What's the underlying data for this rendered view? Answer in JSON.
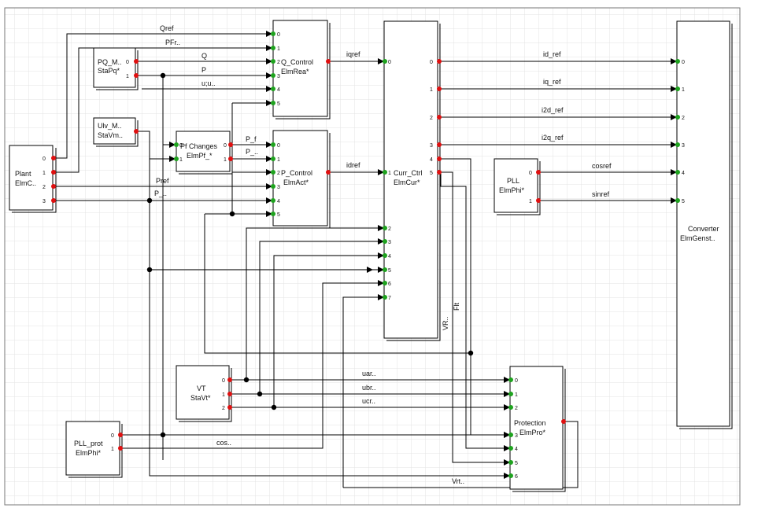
{
  "colors": {
    "grid": "#e3e3e3",
    "in_port": "#1fa31f",
    "out_port": "#e01010",
    "wire": "#000000"
  },
  "blocks": {
    "plant": {
      "line1": "Plant",
      "line2": "ElmC..",
      "ports_out": [
        "0",
        "1",
        "2",
        "3"
      ]
    },
    "pq": {
      "line1": "PQ_M..",
      "line2": "StaPq*",
      "ports_out": [
        "0",
        "1"
      ]
    },
    "ulv": {
      "line1": "Ulv_M..",
      "line2": "StaVm.."
    },
    "pfchange": {
      "line1": "Pf Changes",
      "line2": "ElmPf_*",
      "ports_in": [
        "0",
        "1"
      ],
      "ports_out": [
        "0",
        "1"
      ]
    },
    "qcontrol": {
      "line1": "Q_Control",
      "line2": "ElmRea*",
      "ports_in": [
        "0",
        "1",
        "2",
        "3",
        "4",
        "5"
      ]
    },
    "pcontrol": {
      "line1": "P_Control",
      "line2": "ElmAct*",
      "ports_in": [
        "0",
        "1",
        "2",
        "3",
        "4",
        "5"
      ]
    },
    "currctrl": {
      "line1": "Curr_Ctrl",
      "line2": "ElmCur*",
      "ports_in": [
        "0",
        "1",
        "2",
        "3",
        "4",
        "5",
        "6",
        "7"
      ],
      "ports_out": [
        "0",
        "1",
        "2",
        "3",
        "4",
        "5"
      ],
      "vr_label": "VR..",
      "flt_label": "Flt"
    },
    "pll": {
      "line1": "PLL",
      "line2": "ElmPhi*",
      "ports_out": [
        "0",
        "1"
      ]
    },
    "converter": {
      "line1": "Converter",
      "line2": "ElmGenst..",
      "ports_in": [
        "0",
        "1",
        "2",
        "3",
        "4",
        "5"
      ]
    },
    "vt": {
      "line1": "VT",
      "line2": "StaVt*",
      "ports_out": [
        "0",
        "1",
        "2"
      ]
    },
    "pllprot": {
      "line1": "PLL_prot",
      "line2": "ElmPhi*",
      "ports_out": [
        "0",
        "1"
      ]
    },
    "protection": {
      "line1": "Protection",
      "line2": "ElmPro*",
      "ports_in": [
        "0",
        "1",
        "2",
        "3",
        "4",
        "5",
        "6"
      ]
    }
  },
  "signals": {
    "qref": "Qref",
    "pfr": "PFr..",
    "q": "Q",
    "p": "P",
    "uu": "u;u..",
    "iqref": "iqref",
    "idref": "idref",
    "p_f": "P_f",
    "p_dots": "P_..",
    "pref": "Pref",
    "p_dots2": "P_..",
    "id_ref": "id_ref",
    "iq_ref": "iq_ref",
    "i2d_ref": "i2d_ref",
    "i2q_ref": "i2q_ref",
    "cosref": "cosref",
    "sinref": "sinref",
    "uar": "uar..",
    "ubr": "ubr..",
    "ucr": "ucr..",
    "cos": "cos..",
    "vrt": "Vrt.."
  }
}
